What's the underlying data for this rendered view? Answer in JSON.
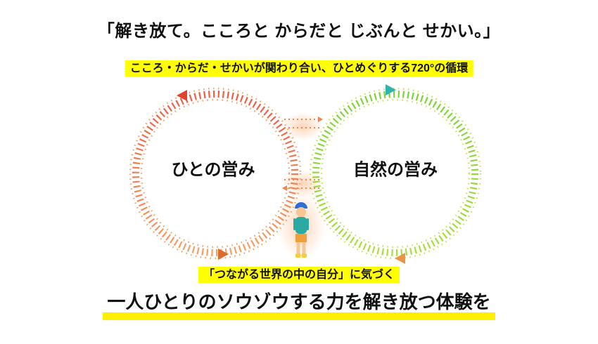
{
  "header": {
    "title": "「解き放て。こころと からだと じぶんと せかい。」",
    "subtitle": "こころ・からだ・せかいが関わり合い、ひとめぐりする720°の循環"
  },
  "diagram": {
    "left_circle_label": "ひとの営み",
    "right_circle_label": "自然の営み",
    "caption": "「つながる世界の中の自分」に気づく"
  },
  "footer": {
    "message": "一人ひとりのソウゾウする力を解き放つ体験を"
  },
  "colors": {
    "highlight": "#ffff00",
    "underline": "#ffee00",
    "left_ring_top": "#ec5d45",
    "left_ring_bottom": "#f5a065",
    "left_dots": "#f2a368",
    "right_ring_top": "#7ed23a",
    "right_ring_bottom": "#aade3f",
    "right_dots": "#cde05c",
    "connector": "#f08455",
    "arrow_red": "#e2432c",
    "arrow_orange": "#d96c2e",
    "arrow_teal": "#2eb4ae",
    "arrow_amber": "#e8954a",
    "glow": "#ffb380",
    "person_cap": "#2e6ed2",
    "person_skin": "#f6c795",
    "person_shirt": "#2ba9a3",
    "person_shorts": "#ef9f3c",
    "person_shoes": "#f0cf3a"
  }
}
